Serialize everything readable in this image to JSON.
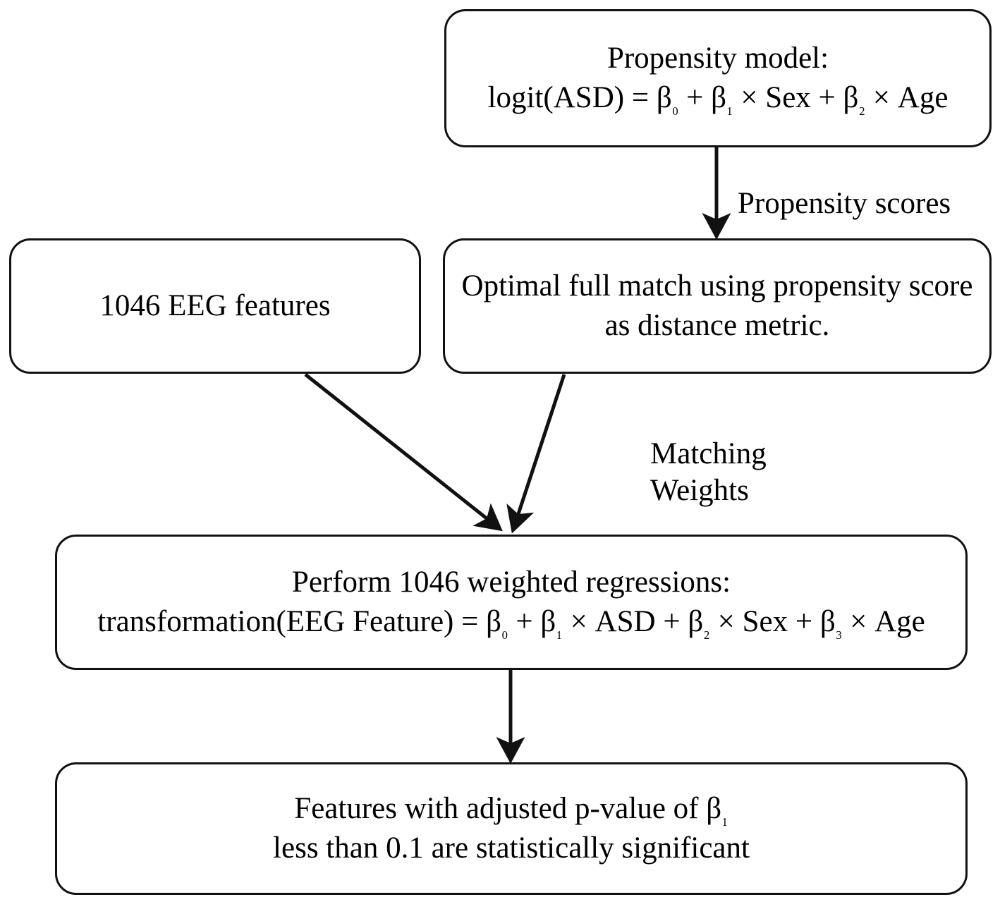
{
  "diagram": {
    "title": "Propensity score matching and weighted regression workflow",
    "background_color": "#ffffff",
    "stroke_color": "#111111",
    "nodes": {
      "propensity_model": {
        "line1": "Propensity model:",
        "line2": "logit(ASD) = β₀ + β₁ × Sex + β₂ × Age"
      },
      "eeg_features": {
        "line1": "1046 EEG features",
        "line2": ""
      },
      "optimal_match": {
        "line1": "Optimal full match using propensity score",
        "line2": "as distance metric."
      },
      "regressions": {
        "line1": "Perform 1046 weighted regressions:",
        "line2": "transformation(EEG Feature) = β₀ + β₁ × ASD + β₂ × Sex + β₃ × Age"
      },
      "significance": {
        "line1": "Features with adjusted p-value of β₁",
        "line2": "less than 0.1 are statistically significant"
      }
    },
    "edges": {
      "propensity_scores": {
        "label": "Propensity scores",
        "from": "propensity_model",
        "to": "optimal_match"
      },
      "matching_weights": {
        "label_line1": "Matching",
        "label_line2": "Weights",
        "from": "optimal_match",
        "to": "regressions"
      },
      "features_to_regressions": {
        "label": "",
        "from": "eeg_features",
        "to": "regressions"
      },
      "regressions_to_significance": {
        "label": "",
        "from": "regressions",
        "to": "significance"
      }
    }
  }
}
